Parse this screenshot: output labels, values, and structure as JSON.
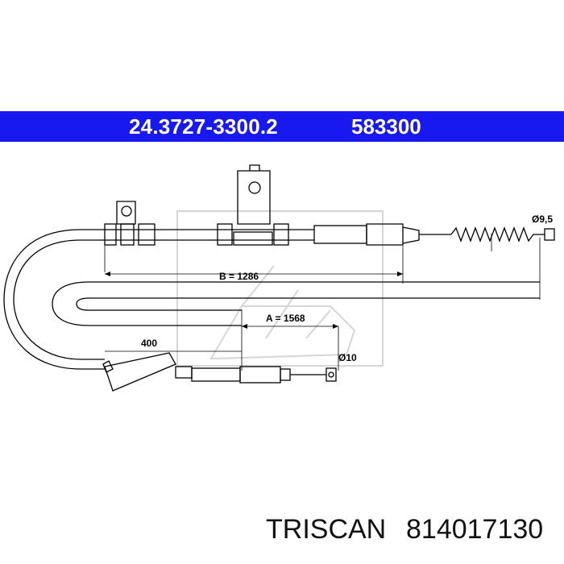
{
  "header": {
    "part_number": "24.3727-3300.2",
    "reference": "583300",
    "bar_color": "#1818f0"
  },
  "dimensions": {
    "b_length": "B = 1286",
    "a_length": "A = 1568",
    "offset": "400",
    "end_diameter_right": "Ø9,5",
    "end_diameter_bottom": "Ø10"
  },
  "footer": {
    "brand": "TRISCAN",
    "part_number": "814017130"
  }
}
